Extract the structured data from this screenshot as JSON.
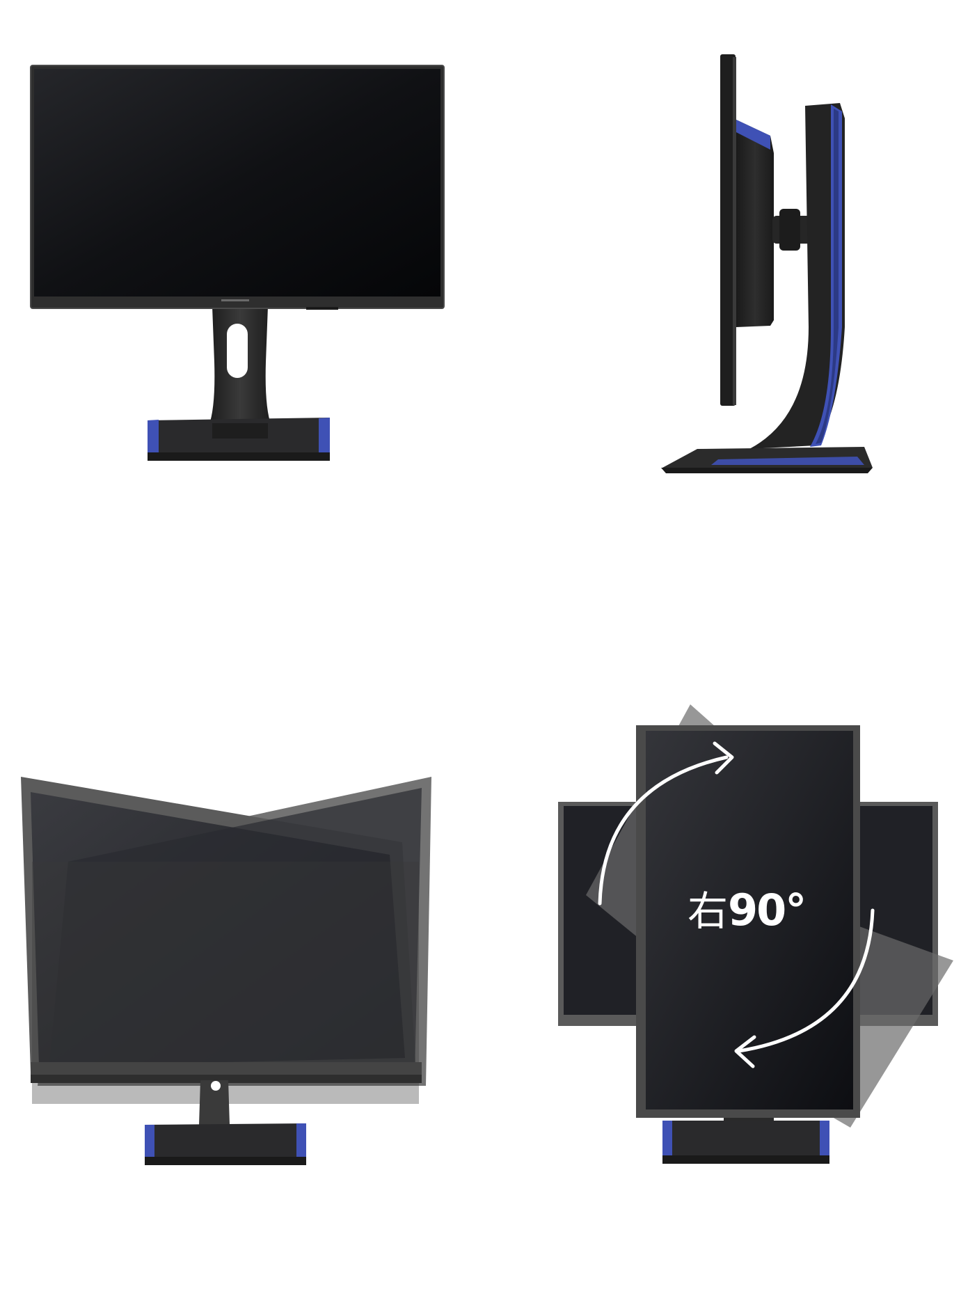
{
  "images": {
    "front": "monitor-front-view",
    "side": "monitor-side-view",
    "swivel": "monitor-swivel-view",
    "pivot": "monitor-pivot-view"
  },
  "pivot": {
    "direction_label": "右",
    "angle_label": "90°",
    "rotation_degrees": 90,
    "arrow_color": "#ffffff"
  },
  "colors": {
    "bezel": "#2b2b2b",
    "screen_dark": "#0b0c10",
    "accent_blue": "#3f51b5",
    "stand": "#2a2a2a"
  }
}
